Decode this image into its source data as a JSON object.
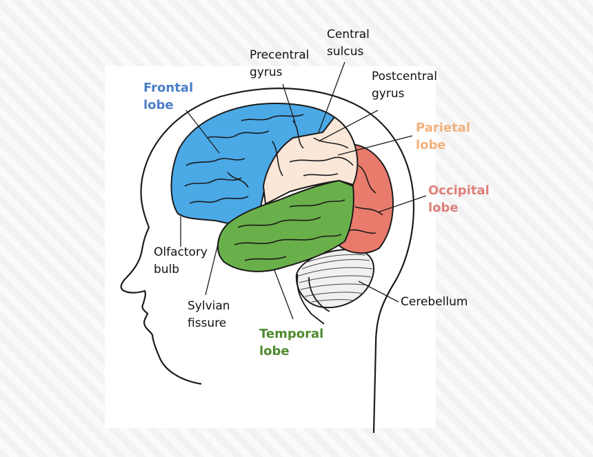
{
  "labels": {
    "central_sulcus": "Central\nsulcus",
    "precentral_gyrus": "Precentral\ngyrus",
    "postcentral_gyrus": "Postcentral\ngyrus",
    "frontal_lobe": "Frontal\nlobe",
    "parietal_lobe": "Parietal\nlobe",
    "occipital_lobe": "Occipital\nlobe",
    "olfactory_bulb": "Olfactory\nbulb",
    "sylvian_fissure": "Sylvian\nfissure",
    "temporal_lobe": "Temporal\nlobe",
    "cerebellum": "Cerebellum"
  },
  "colors": {
    "frontal": "#4ba9e6",
    "parietal": "#fbe7d8",
    "occipital": "#e97b6c",
    "temporal": "#6ab04a",
    "cerebellum": "#f0f0f0",
    "frontal_label": "#4a7fc8",
    "parietal_label": "#f2b27c",
    "occipital_label": "#de7f7a",
    "temporal_label": "#4f8a2e",
    "outline": "#1a1a1a"
  }
}
